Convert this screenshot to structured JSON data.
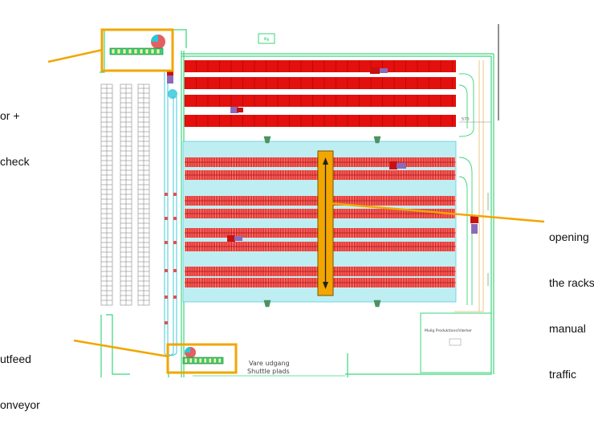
{
  "callouts": {
    "top_left_line1": "or +",
    "top_left_line2": "check",
    "right_line1": "opening",
    "right_line2": "the racks",
    "right_line3": "manual",
    "right_line4": "traffic",
    "bottom_left_line1": "utfeed",
    "bottom_left_line2": "onveyor"
  },
  "plan_labels": {
    "outgoing_goods": "Vare udgang",
    "shuttle_area": "Shuttle plads",
    "production_room": "Mulig Produktions/Værker",
    "dimension": "570",
    "exit_sign": "⇆"
  },
  "colors": {
    "highlight": "#f2a600",
    "rack": "#e3100d",
    "aisle": "#bfeef2",
    "wall": "#3bd67a",
    "cad_cyan": "#2ec4d8",
    "cad_gray": "#777777",
    "buffer_line": "#e8c88a"
  }
}
